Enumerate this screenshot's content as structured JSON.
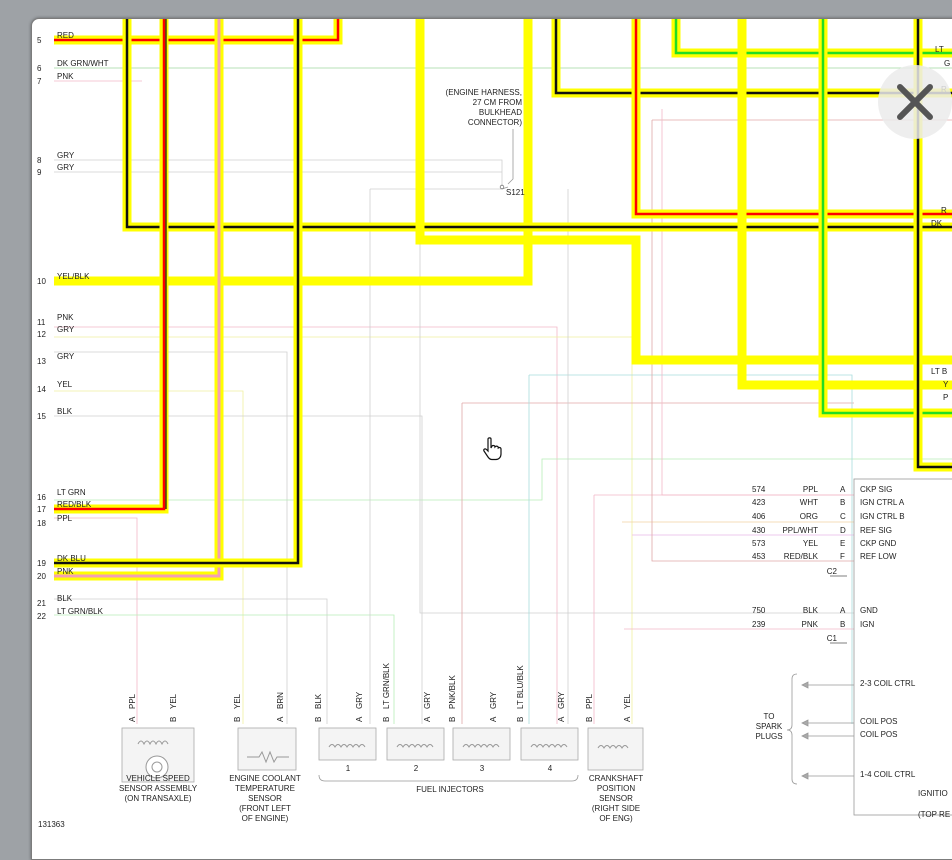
{
  "wires_left": [
    {
      "num": "5",
      "label": "RED"
    },
    {
      "num": "6",
      "label": "DK GRN/WHT"
    },
    {
      "num": "7",
      "label": "PNK"
    },
    {
      "num": "8",
      "label": "GRY"
    },
    {
      "num": "9",
      "label": "GRY"
    },
    {
      "num": "10",
      "label": "YEL/BLK"
    },
    {
      "num": "11",
      "label": "PNK"
    },
    {
      "num": "12",
      "label": "GRY"
    },
    {
      "num": "13",
      "label": "GRY"
    },
    {
      "num": "14",
      "label": "YEL"
    },
    {
      "num": "15",
      "label": "BLK"
    },
    {
      "num": "16",
      "label": "LT GRN"
    },
    {
      "num": "17",
      "label": "RED/BLK"
    },
    {
      "num": "18",
      "label": "PPL"
    },
    {
      "num": "19",
      "label": "DK BLU"
    },
    {
      "num": "20",
      "label": "PNK"
    },
    {
      "num": "21",
      "label": "BLK"
    },
    {
      "num": "22",
      "label": "LT GRN/BLK"
    }
  ],
  "splice_note": [
    "(ENGINE HARNESS,",
    "27 CM FROM",
    "BULKHEAD",
    "CONNECTOR)"
  ],
  "splice_id": "S121",
  "c2": {
    "rows": [
      {
        "circuit": "574",
        "color": "PPL",
        "pin": "A",
        "function": "CKP SIG"
      },
      {
        "circuit": "423",
        "color": "WHT",
        "pin": "B",
        "function": "IGN CTRL A"
      },
      {
        "circuit": "406",
        "color": "ORG",
        "pin": "C",
        "function": "IGN CTRL B"
      },
      {
        "circuit": "430",
        "color": "PPL/WHT",
        "pin": "D",
        "function": "REF SIG"
      },
      {
        "circuit": "573",
        "color": "YEL",
        "pin": "E",
        "function": "CKP GND"
      },
      {
        "circuit": "453",
        "color": "RED/BLK",
        "pin": "F",
        "function": "REF LOW"
      }
    ],
    "name": "C2"
  },
  "c1": {
    "rows": [
      {
        "circuit": "750",
        "color": "BLK",
        "pin": "A",
        "function": "GND"
      },
      {
        "circuit": "239",
        "color": "PNK",
        "pin": "B",
        "function": "IGN"
      }
    ],
    "name": "C1"
  },
  "coil_labels": [
    "2-3 COIL CTRL",
    "COIL POS",
    "COIL POS",
    "1-4 COIL CTRL"
  ],
  "to_spark": [
    "TO",
    "SPARK",
    "PLUGS"
  ],
  "module_bottom": [
    "IGNITIO",
    "(TOP RE"
  ],
  "right_edge_labels": [
    "LT",
    "G",
    "R",
    "R",
    "DK",
    "LT B",
    "Y",
    "P"
  ],
  "vss": {
    "pins": [
      {
        "pin": "A",
        "color": "PPL"
      },
      {
        "pin": "B",
        "color": "YEL"
      }
    ],
    "caption": [
      "VEHICLE SPEED",
      "SENSOR ASSEMBLY",
      "(ON TRANSAXLE)"
    ]
  },
  "ect": {
    "pins": [
      {
        "pin": "B",
        "color": "YEL"
      },
      {
        "pin": "A",
        "color": "BRN"
      }
    ],
    "caption": [
      "ENGINE COOLANT",
      "TEMPERATURE",
      "SENSOR",
      "(FRONT LEFT",
      "OF ENGINE)"
    ]
  },
  "injectors": {
    "units": [
      {
        "num": "1",
        "pins": [
          {
            "pin": "B",
            "color": "BLK"
          },
          {
            "pin": "A",
            "color": "GRY"
          }
        ]
      },
      {
        "num": "2",
        "pins": [
          {
            "pin": "B",
            "color": "LT GRN/BLK"
          },
          {
            "pin": "A",
            "color": "GRY"
          }
        ]
      },
      {
        "num": "3",
        "pins": [
          {
            "pin": "B",
            "color": "PNK/BLK"
          },
          {
            "pin": "A",
            "color": "GRY"
          }
        ]
      },
      {
        "num": "4",
        "pins": [
          {
            "pin": "B",
            "color": "LT BLU/BLK"
          },
          {
            "pin": "A",
            "color": "GRY"
          }
        ]
      }
    ],
    "caption": "FUEL INJECTORS"
  },
  "ckp": {
    "pins": [
      {
        "pin": "B",
        "color": "PPL"
      },
      {
        "pin": "A",
        "color": "YEL"
      }
    ],
    "caption": [
      "CRANKSHAFT",
      "POSITION",
      "SENSOR",
      "(RIGHT SIDE",
      "OF ENG)"
    ]
  },
  "figure_id": "131363",
  "colors": {
    "yellow": "#ffff00",
    "red": "#ff0000",
    "black": "#111111",
    "green": "#22dd22"
  },
  "icons": {
    "close": "close-icon",
    "cursor": "hand-pointer-icon"
  }
}
